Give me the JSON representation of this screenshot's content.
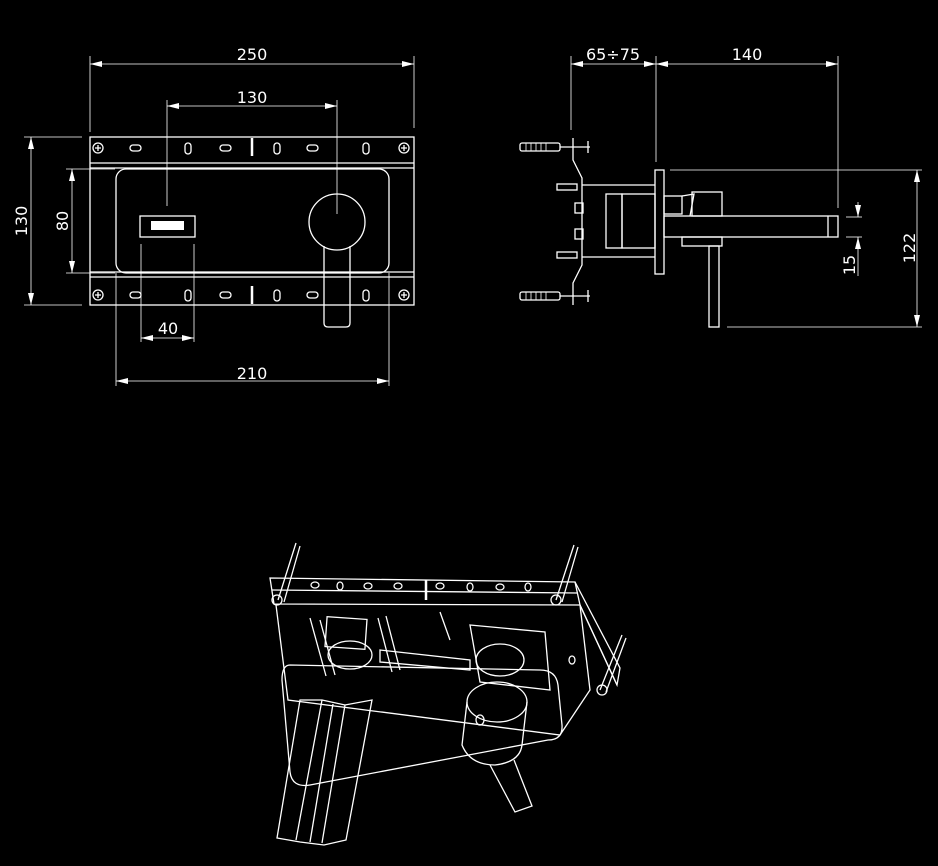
{
  "front_view": {
    "dim_total_width": "250",
    "dim_axis_distance": "130",
    "dim_total_height": "130",
    "dim_inner_height": "80",
    "dim_window_width": "40",
    "dim_inner_width": "210"
  },
  "side_view": {
    "dim_wall_depth": "65÷75",
    "dim_spout_length": "140",
    "dim_spout_height": "15",
    "dim_total_height": "122"
  },
  "colors": {
    "background": "#000000",
    "lines": "#ffffff"
  }
}
